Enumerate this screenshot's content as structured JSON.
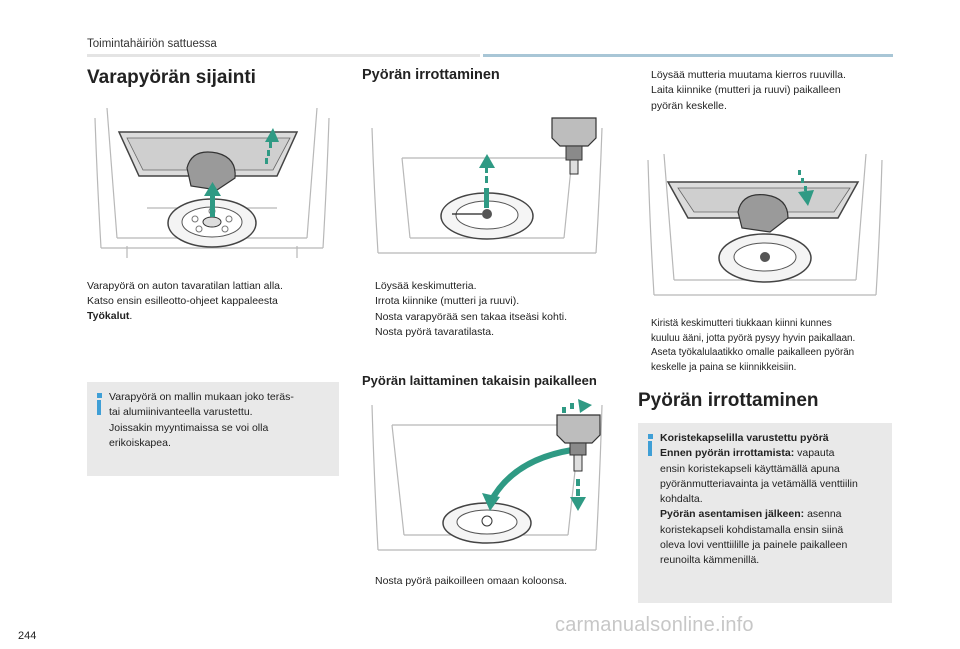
{
  "header": {
    "section_title": "Toimintahäiriön sattuessa"
  },
  "page_number": "244",
  "watermark": "carmanualsonline.info",
  "col1": {
    "title": "Varapyörän sijainti",
    "body_lines": [
      "Varapyörä on auton tavaratilan lattian alla.",
      "Katso ensin esilleotto-ohjeet kappaleesta"
    ],
    "body_bold_ref": "Työkalut",
    "body_end": ".",
    "note_lines": [
      "Varapyörä on mallin mukaan joko teräs-",
      "tai alumiinivanteella varustettu.",
      "Joissakin myyntimaissa se voi olla",
      "erikoiskapea."
    ]
  },
  "col2": {
    "title": "Pyörän irrottaminen",
    "steps": [
      "Löysää keskimutteria.",
      "Irrota kiinnike (mutteri ja ruuvi).",
      "Nosta varapyörää sen takaa itseäsi kohti.",
      "Nosta pyörä tavaratilasta."
    ],
    "subtitle": "Pyörän laittaminen takaisin paikalleen",
    "steps2": [
      "Nosta pyörä paikoilleen omaan koloonsa."
    ]
  },
  "col3": {
    "steps_top": [
      [
        "Löysää mutteria muutama kierros ruuvilla."
      ],
      [
        "Laita kiinnike (mutteri ja ruuvi) paikalleen",
        "pyörän keskelle."
      ]
    ],
    "steps_bottom": [
      [
        "Kiristä keskimutteri tiukkaan kiinni kunnes",
        "kuuluu ääni, jotta pyörä pysyy hyvin paikallaan."
      ],
      [
        "Aseta työkalulaatikko omalle paikalleen pyörän",
        "keskelle ja paina se kiinnikkeisiin."
      ]
    ],
    "title": "Pyörän irrottaminen",
    "note": {
      "heading": "Koristekapselilla varustettu pyörä",
      "before_label": "Ennen pyörän irrottamista:",
      "before_lines": [
        " vapauta",
        "ensin koristekapseli käyttämällä apuna",
        "pyöränmutteriavainta ja vetämällä venttiilin",
        "kohdalta."
      ],
      "after_label": "Pyörän asentamisen jälkeen:",
      "after_lines": [
        " asenna",
        "koristekapseli kohdistamalla ensin siinä",
        "oleva lovi venttiilille ja painele paikalleen",
        "reunoilta kämmenillä."
      ]
    }
  },
  "bullet_marker": "",
  "colors": {
    "accent_blue": "#3f9fd6",
    "note_bg": "#e9e9e9",
    "arrow_green": "#2f9a84"
  }
}
